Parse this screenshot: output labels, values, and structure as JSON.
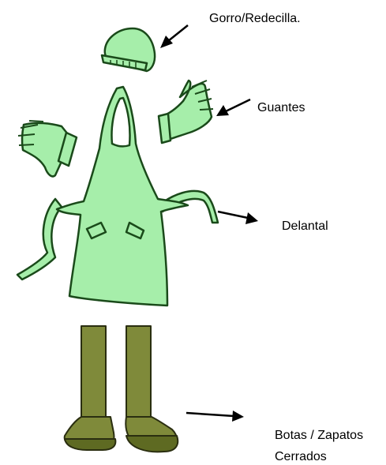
{
  "labels": {
    "gorro": "Gorro/Redecilla.",
    "guantes": "Guantes",
    "delantal": "Delantal",
    "botas_line1": "Botas / Zapatos",
    "botas_line2": "Cerrados"
  },
  "colors": {
    "garment_fill": "#a6eeaa",
    "garment_outline": "#1a4a1a",
    "boot_fill": "#7f8a3a",
    "boot_dark": "#5e6a22",
    "text": "#000000"
  },
  "icons": [
    "hairnet-icon",
    "glove-icon",
    "apron-icon",
    "boot-icon",
    "arrow-icon"
  ]
}
